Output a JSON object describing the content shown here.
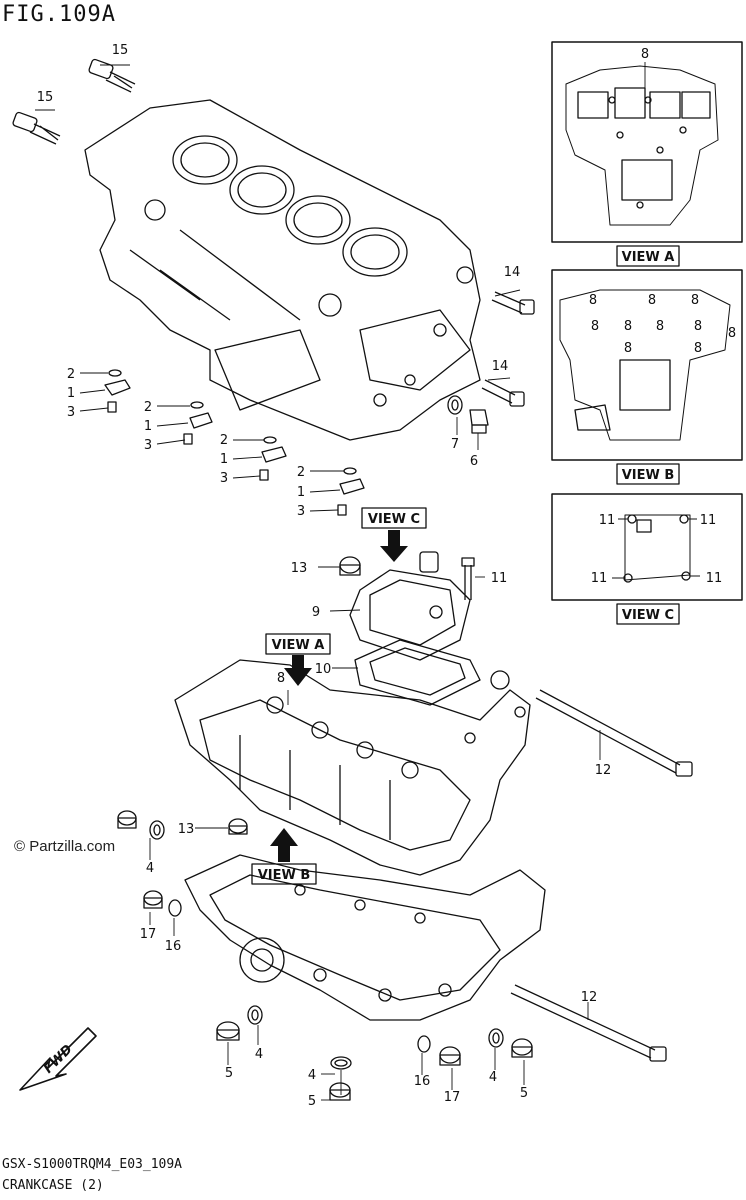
{
  "figure": {
    "title": "FIG.109A",
    "model_code": "GSX-S1000TRQM4_E03_109A",
    "caption": "CRANKCASE (2)",
    "watermark": "© Partzilla.com"
  },
  "views": {
    "view_a": {
      "title": "VIEW A",
      "callouts": [
        "8"
      ]
    },
    "view_b": {
      "title": "VIEW B",
      "callouts": [
        "8",
        "8",
        "8",
        "8",
        "8",
        "8",
        "8",
        "8",
        "8",
        "8"
      ]
    },
    "view_c": {
      "title": "VIEW C",
      "callouts": [
        "11",
        "11",
        "11",
        "11"
      ]
    }
  },
  "arrow_labels": {
    "view_a": "VIEW A",
    "view_b": "VIEW B",
    "view_c": "VIEW C",
    "direction": "FWD"
  },
  "part_callouts": [
    "15",
    "15",
    "14",
    "14",
    "2",
    "1",
    "3",
    "2",
    "1",
    "3",
    "2",
    "1",
    "3",
    "2",
    "1",
    "3",
    "7",
    "6",
    "13",
    "11",
    "9",
    "10",
    "8",
    "12",
    "13",
    "4",
    "17",
    "16",
    "12",
    "4",
    "5",
    "4",
    "5",
    "16",
    "17",
    "4",
    "5"
  ]
}
